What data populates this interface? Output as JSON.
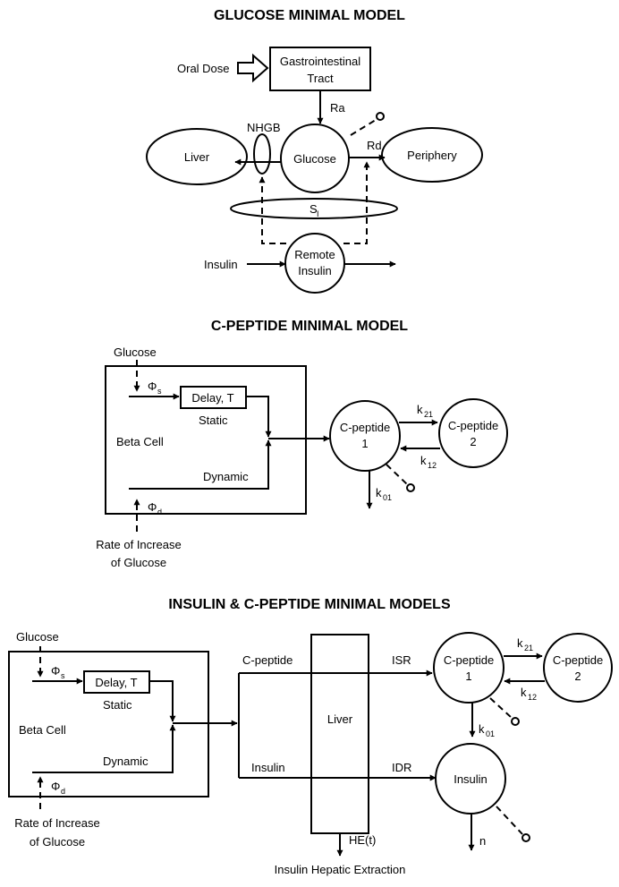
{
  "glucose_model": {
    "title": "GLUCOSE MINIMAL MODEL",
    "oral_dose": "Oral Dose",
    "gi_line1": "Gastrointestinal",
    "gi_line2": "Tract",
    "ra": "Ra",
    "nhgb": "NHGB",
    "liver": "Liver",
    "glucose": "Glucose",
    "rd": "Rd",
    "periphery": "Periphery",
    "si_main": "S",
    "si_sub": "I",
    "insulin": "Insulin",
    "remote_line1": "Remote",
    "remote_line2": "Insulin"
  },
  "cpeptide_model": {
    "title": "C-PEPTIDE MINIMAL MODEL",
    "glucose": "Glucose",
    "phi": "Φ",
    "phi_s_sub": "s",
    "delay": "Delay, T",
    "static": "Static",
    "beta_cell": "Beta Cell",
    "dynamic": "Dynamic",
    "phi_d_sub": "d",
    "rate_line1": "Rate of Increase",
    "rate_line2": "of Glucose",
    "cpep1_line1": "C-peptide",
    "cpep1_line2": "1",
    "cpep2_line1": "C-peptide",
    "cpep2_line2": "2",
    "k": "k",
    "k21_sub": "21",
    "k12_sub": "12",
    "k01_sub": "01"
  },
  "combined_model": {
    "title": "INSULIN & C-PEPTIDE MINIMAL MODELS",
    "glucose": "Glucose",
    "phi": "Φ",
    "phi_s_sub": "s",
    "delay": "Delay, T",
    "static": "Static",
    "beta_cell": "Beta Cell",
    "dynamic": "Dynamic",
    "phi_d_sub": "d",
    "rate_line1": "Rate of Increase",
    "rate_line2": "of Glucose",
    "cpeptide_label": "C-peptide",
    "insulin_label": "Insulin",
    "liver": "Liver",
    "isr": "ISR",
    "idr": "IDR",
    "cpep1_line1": "C-peptide",
    "cpep1_line2": "1",
    "cpep2_line1": "C-peptide",
    "cpep2_line2": "2",
    "k": "k",
    "k21_sub": "21",
    "k12_sub": "12",
    "k01_sub": "01",
    "insulin_node": "Insulin",
    "n": "n",
    "he": "HE(t)",
    "hepatic": "Insulin Hepatic Extraction"
  }
}
